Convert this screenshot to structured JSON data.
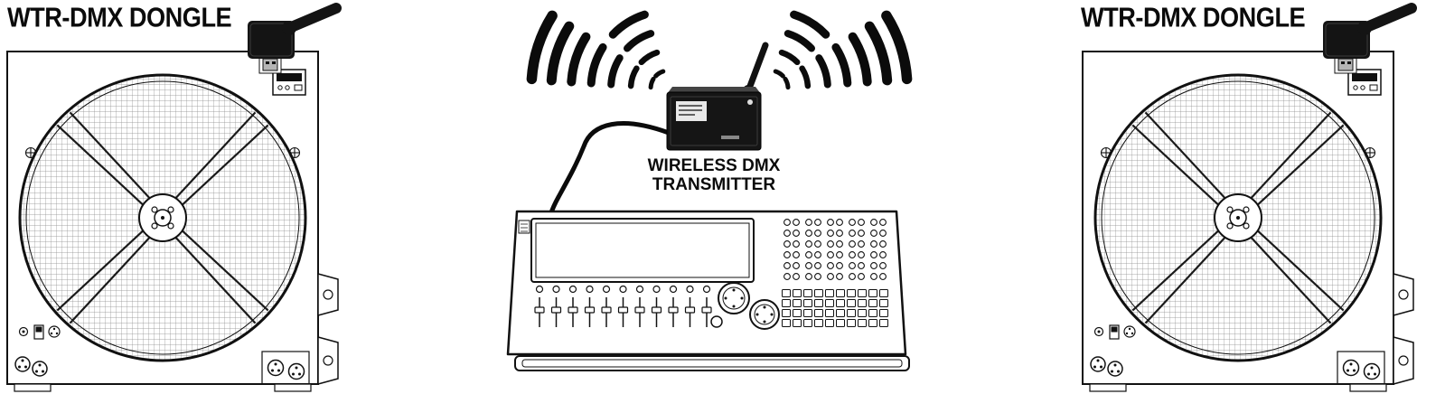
{
  "diagram": {
    "left_unit": {
      "label": "WTR-DMX DONGLE"
    },
    "right_unit": {
      "label": "WTR-DMX DONGLE"
    },
    "transmitter": {
      "label_line1": "WIRELESS DMX",
      "label_line2": "TRANSMITTER"
    }
  },
  "colors": {
    "ink": "#111111",
    "device_black": "#141414",
    "background": "#ffffff"
  }
}
